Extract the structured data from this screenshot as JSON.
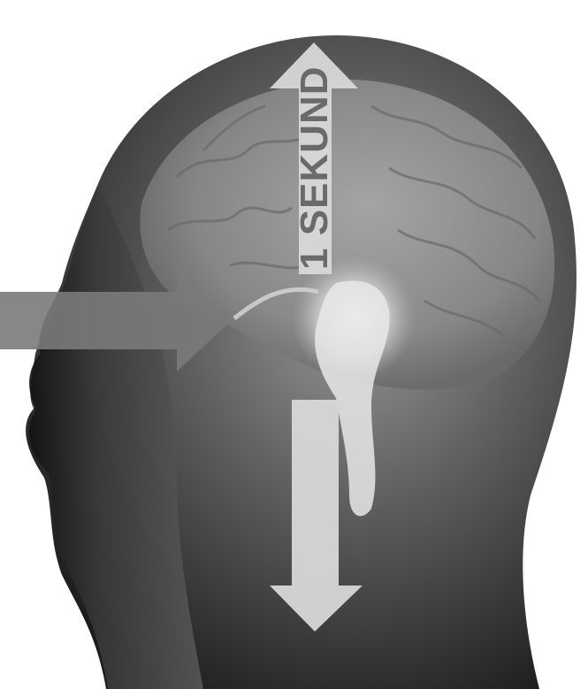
{
  "caption": {
    "text": "1 SEKUND"
  },
  "figure": {
    "subject": "human-head-profile",
    "style": "grayscale-xray"
  },
  "arrows": {
    "incoming": {
      "direction": "right",
      "color": "#7a7a7a"
    },
    "upward": {
      "direction": "up",
      "color": "#d8d8d8"
    },
    "downward": {
      "direction": "down",
      "color": "#d8d8d8"
    }
  },
  "colors": {
    "background": "#ffffff",
    "head_dark": "#2b2b2b",
    "head_mid": "#6e6e6e",
    "brain": "#8a8a8a",
    "glow": "#f2f2f2"
  }
}
